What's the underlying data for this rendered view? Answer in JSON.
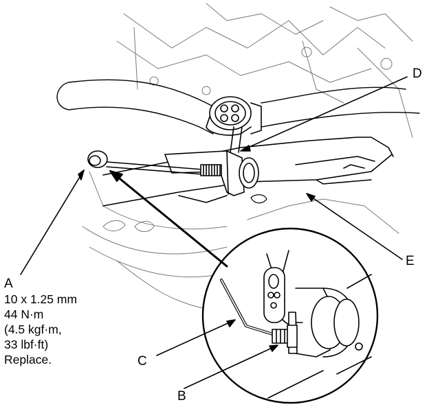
{
  "callouts": {
    "a": "A",
    "b": "B",
    "c": "C",
    "d": "D",
    "e": "E"
  },
  "spec": {
    "size": "10 x 1.25 mm",
    "torque_nm": "44 N·m",
    "torque_kgf": "(4.5 kgf·m,",
    "torque_lbf": "33 lbf·ft)",
    "note": "Replace."
  }
}
